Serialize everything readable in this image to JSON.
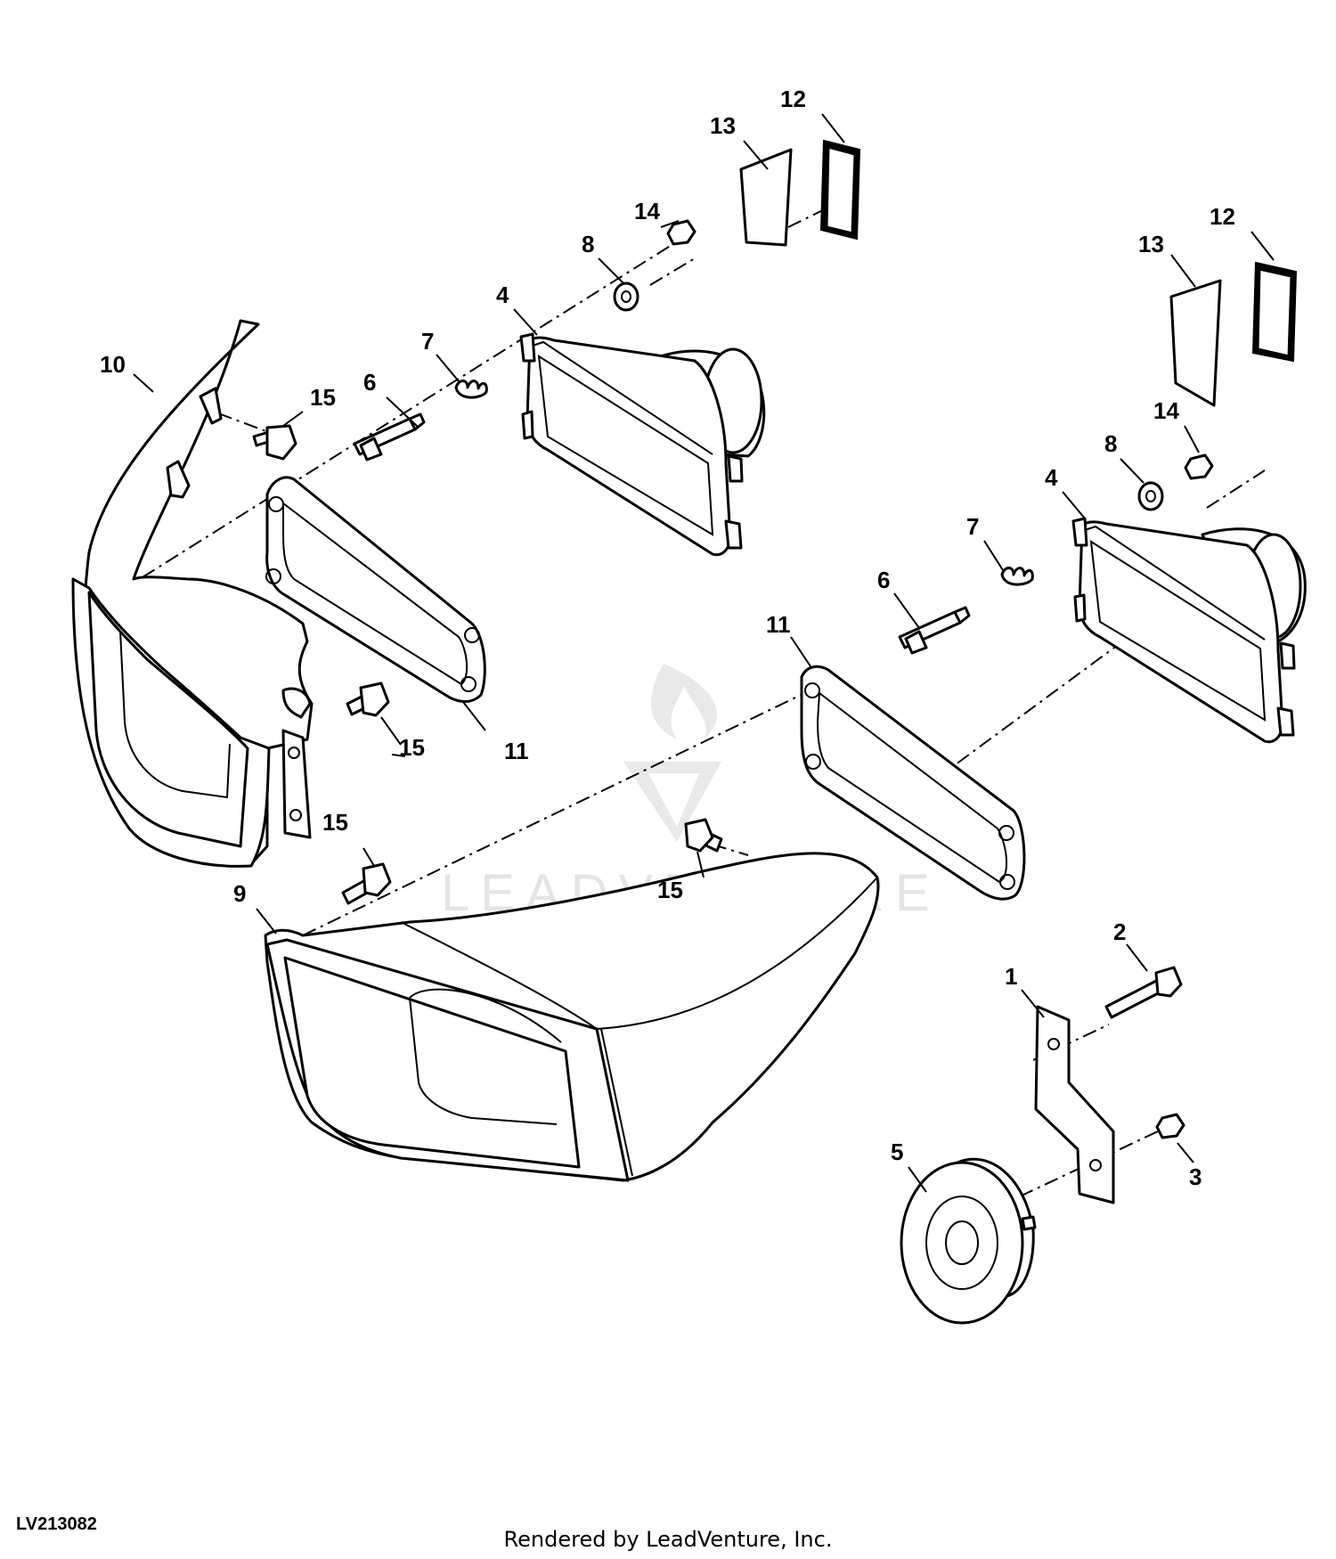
{
  "figure_id": "LV213082",
  "footer": "Rendered by LeadVenture, Inc.",
  "watermark": "LEADVENTURE",
  "callouts": [
    "1",
    "2",
    "3",
    "4",
    "4",
    "5",
    "6",
    "6",
    "7",
    "7",
    "8",
    "8",
    "9",
    "10",
    "11",
    "11",
    "12",
    "12",
    "13",
    "13",
    "14",
    "14",
    "15",
    "15",
    "15",
    "15"
  ],
  "colors": {
    "line": "#000000",
    "background": "#ffffff",
    "watermark": "#cfcfcf"
  }
}
